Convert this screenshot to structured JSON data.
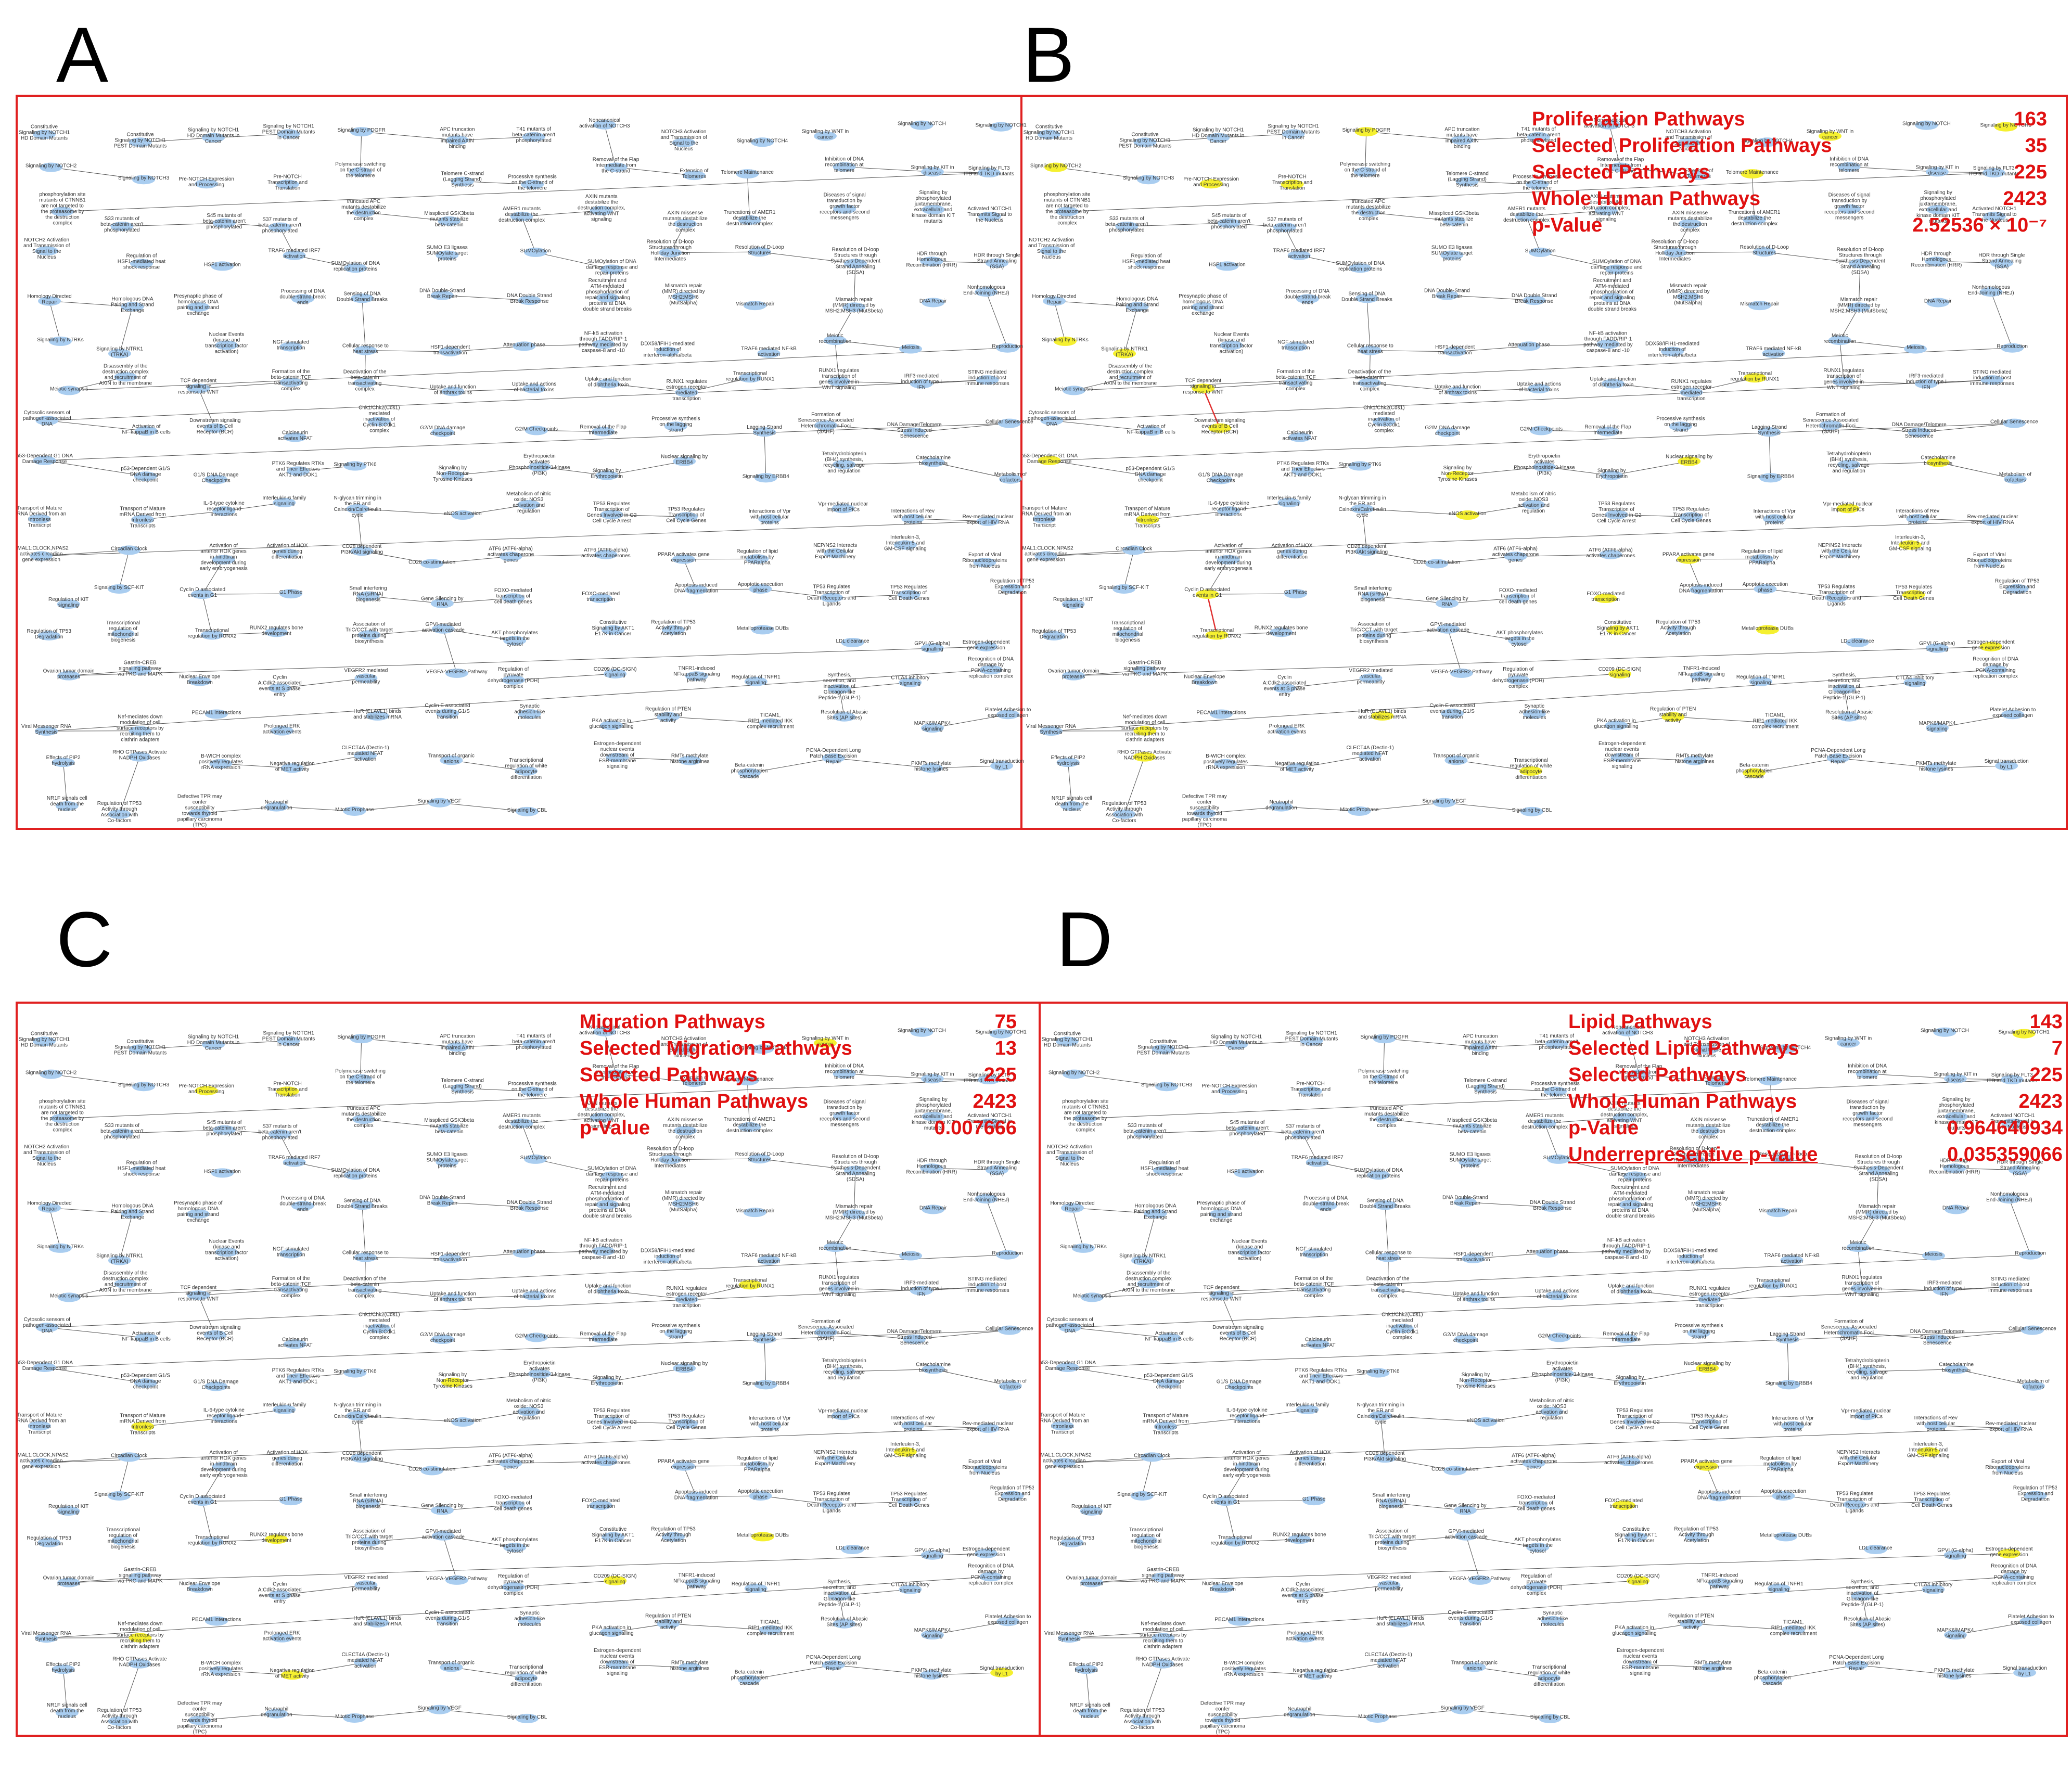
{
  "panels": [
    {
      "letter": "A",
      "stats": []
    },
    {
      "letter": "B",
      "stats": [
        {
          "label": "Proliferation Pathways",
          "value": "163"
        },
        {
          "label": "Selected Proliferation Pathways",
          "value": "35"
        },
        {
          "label": "Selected Pathways",
          "value": "225"
        },
        {
          "label": "Whole Human Pathways",
          "value": "2423"
        },
        {
          "label": "p-Value",
          "value": "2.52536 × 10⁻⁷"
        }
      ]
    },
    {
      "letter": "C",
      "stats": [
        {
          "label": "Migration Pathways",
          "value": "75"
        },
        {
          "label": "Selected Migration Pathways",
          "value": "13"
        },
        {
          "label": "Selected Pathways",
          "value": "225"
        },
        {
          "label": "Whole Human Pathways",
          "value": "2423"
        },
        {
          "label": "p-Value",
          "value": "0.007666"
        }
      ]
    },
    {
      "letter": "D",
      "stats": [
        {
          "label": "Lipid Pathways",
          "value": "143"
        },
        {
          "label": "Selected Lipid Pathways",
          "value": "7"
        },
        {
          "label": "Selected Pathways",
          "value": "225"
        },
        {
          "label": "Whole Human Pathways",
          "value": "2423"
        },
        {
          "label": "p-Value",
          "value": "0.964640934"
        },
        {
          "label": "Underrepresentive p-value",
          "value": "0.035359066"
        }
      ]
    }
  ],
  "network": {
    "node_labels": [
      "Constitutive Signaling by NOTCH1 HD Domain Mutants",
      "Constitutive Signaling by NOTCH1 PEST Domain Mutants",
      "Signaling by NOTCH1 HD Domain Mutants in Cancer",
      "Signaling by NOTCH1 PEST Domain Mutants in Cancer",
      "Signaling by PDGFR",
      "APC truncation mutants have impaired AXIN binding",
      "T41 mutants of beta-catenin aren't phosphorylated",
      "Noncanonical activation of NOTCH3",
      "NOTCH3 Activation and Transmission of Signal to the Nucleus",
      "Signaling by NOTCH4",
      "Signaling by WNT in cancer",
      "Signaling by NOTCH",
      "Signaling by NOTCH1",
      "Signaling by NOTCH2",
      "Signaling by NOTCH3",
      "Pre-NOTCH Expression and Processing",
      "Pre-NOTCH Transcription and Translation",
      "Polymerase switching on the C-strand of the telomere",
      "Telomere C-strand (Lagging Strand) Synthesis",
      "Processive synthesis on the C-strand of the telomere",
      "Removal of the Flap Intermediate from the C-strand",
      "Extension of Telomeres",
      "Telomere Maintenance",
      "Inhibition of DNA recombination at telomere",
      "Signaling by KIT in disease",
      "Signaling by FLT3 ITD and TKD mutants",
      "phosphorylation site mutants of CTNNB1 are not targeted to the proteasome by the destruction complex",
      "S33 mutants of beta-catenin aren't phosphorylated",
      "S45 mutants of beta-catenin aren't phosphorylated",
      "S37 mutants of beta-catenin aren't phosphorylated",
      "truncated APC mutants destabilize the destruction complex",
      "Misspliced GSK3beta mutants stabilize beta-catenin",
      "AMER1 mutants destabilize the destruction complex",
      "AXIN mutants destabilize the destruction complex, activating WNT signaling",
      "AXIN missense mutants destabilize the destruction complex",
      "Truncations of AMER1 destabilize the destruction complex",
      "Diseases of signal transduction by growth factor receptors and second messengers",
      "Signaling by phosphorylated juxtamembrane, extracellular and kinase domain KIT mutants",
      "Activated NOTCH1 Transmits Signal to the Nucleus",
      "NOTCH2 Activation and Transmission of Signal to the Nucleus",
      "Regulation of HSF1-mediated heat shock response",
      "HSF1 activation",
      "TRAF6 mediated IRF7 activation",
      "SUMOylation of DNA replication proteins",
      "SUMO E3 ligases SUMOylate target proteins",
      "SUMOylation",
      "SUMOylation of DNA damage response and repair proteins",
      "Resolution of D-loop Structures through Holliday Junction Intermediates",
      "Resolution of D-Loop Structures",
      "Resolution of D-loop Structures through Synthesis-Dependent Strand Annealing (SDSA)",
      "HDR through Homologous Recombination (HRR)",
      "HDR through Single Strand Annealing (SSA)",
      "Homology Directed Repair",
      "Homologous DNA Pairing and Strand Exchange",
      "Presynaptic phase of homologous DNA pairing and strand exchange",
      "Processing of DNA double-strand break ends",
      "Sensing of DNA Double Strand Breaks",
      "DNA Double-Strand Break Repair",
      "DNA Double Strand Break Response",
      "Recruitment and ATM-mediated phosphorylation of repair and signaling proteins at DNA double strand breaks",
      "Mismatch repair (MMR) directed by MSH2:MSH6 (MutSalpha)",
      "Mismatch Repair",
      "Mismatch repair (MMR) directed by MSH2:MSH3 (MutSbeta)",
      "DNA Repair",
      "Nonhomologous End-Joining (NHEJ)",
      "Signaling by NTRKs",
      "Signaling by NTRK1 (TRKA)",
      "Nuclear Events (kinase and transcription factor activation)",
      "NGF-stimulated transcription",
      "Cellular response to heat stress",
      "HSF1-dependent transactivation",
      "Attenuation phase",
      "NF-kB activation through FADD/RIP-1 pathway mediated by caspase-8 and -10",
      "DDX58/IFIH1-mediated induction of interferon-alpha/beta",
      "TRAF6 mediated NF-kB activation",
      "Meiotic recombination",
      "Meiosis",
      "Reproduction",
      "Meiotic synapsis",
      "Disassembly of the destruction complex and recruitment of AXIN to the membrane",
      "TCF dependent signaling in response to WNT",
      "Formation of the beta-catenin:TCF transactivating complex",
      "Deactivation of the beta-catenin transactivating complex",
      "Uptake and function of anthrax toxins",
      "Uptake and actions of bacterial toxins",
      "Uptake and function of diphtheria toxin",
      "RUNX1 regulates estrogen receptor mediated transcription",
      "Transcriptional regulation by RUNX1",
      "RUNX1 regulates transcription of genes involved in WNT signaling",
      "IRF3-mediated induction of type I IFN",
      "STING mediated induction of host immune responses",
      "Cytosolic sensors of pathogen-associated DNA",
      "Activation of NF-kappaB in B cells",
      "Downstream signaling events of B Cell Receptor (BCR)",
      "Calcineurin activates NFAT",
      "Chk1/Chk2(Cds1) mediated inactivation of Cyclin B:Cdk1 complex",
      "G2/M DNA damage checkpoint",
      "G2/M Checkpoints",
      "Removal of the Flap Intermediate",
      "Processive synthesis on the lagging strand",
      "Lagging Strand Synthesis",
      "Formation of Senescence-Associated Heterochromatin Foci (SAHF)",
      "DNA Damage/Telomere Stress Induced Senescence",
      "Cellular Senescence",
      "p53-Dependent G1 DNA Damage Response",
      "p53-Dependent G1/S DNA damage checkpoint",
      "G1/S DNA Damage Checkpoints",
      "PTK6 Regulates RTKs and Their Effectors AKT1 and DOK1",
      "Signaling by PTK6",
      "Signaling by Non-Receptor Tyrosine Kinases",
      "Erythropoietin activates Phosphoinositide-3-kinase (PI3K)",
      "Signaling by Erythropoietin",
      "Nuclear signaling by ERBB4",
      "Signaling by ERBB4",
      "Tetrahydrobiopterin (BH4) synthesis, recycling, salvage and regulation",
      "Catecholamine biosynthesis",
      "Metabolism of cofactors",
      "Transport of Mature mRNA Derived from an Intronless Transcript",
      "Transport of Mature mRNA Derived from Intronless Transcripts",
      "IL-6-type cytokine receptor ligand interactions",
      "Interleukin-6 family signaling",
      "N-glycan trimming in the ER and Calnexin/Calreticulin cycle",
      "eNOS activation",
      "Metabolism of nitric oxide: NOS3 activation and regulation",
      "TP53 Regulates Transcription of Genes Involved in G2 Cell Cycle Arrest",
      "TP53 Regulates Transcription of Cell Cycle Genes",
      "Interactions of Vpr with host cellular proteins",
      "Vpr-mediated nuclear import of PICs",
      "Interactions of Rev with host cellular proteins",
      "Rev-mediated nuclear export of HIV RNA",
      "BMAL1:CLOCK,NPAS2 activates circadian gene expression",
      "Circadian Clock",
      "Activation of anterior HOX genes in hindbrain development during early embryogenesis",
      "Activation of HOX genes during differentiation",
      "CD28 dependent PI3K/Akt signaling",
      "CD28 co-stimulation",
      "ATF6 (ATF6-alpha) activates chaperone genes",
      "ATF6 (ATF6-alpha) activates chaperones",
      "PPARA activates gene expression",
      "Regulation of lipid metabolism by PPARalpha",
      "NEP/NS2 Interacts with the Cellular Export Machinery",
      "Interleukin-3, Interleukin-5 and GM-CSF signaling",
      "Export of Viral Ribonucleoproteins from Nucleus",
      "Regulation of KIT signaling",
      "Signaling by SCF-KIT",
      "Cyclin D associated events in G1",
      "G1 Phase",
      "Small interfering RNA (siRNA) biogenesis",
      "Gene Silencing by RNA",
      "FOXO-mediated transcription of cell death genes",
      "FOXO-mediated transcription",
      "Apoptosis induced DNA fragmentation",
      "Apoptotic execution phase",
      "TP53 Regulates Transcription of Death Receptors and Ligands",
      "TP53 Regulates Transcription of Cell Death Genes",
      "Regulation of TP53 Expression and Degradation",
      "Regulation of TP53 Degradation",
      "Transcriptional regulation of mitochondrial biogenesis",
      "Transcriptional regulation by RUNX2",
      "RUNX2 regulates bone development",
      "Association of TriC/CCT with target proteins during biosynthesis",
      "GPVI-mediated activation cascade",
      "AKT phosphorylates targets in the cytosol",
      "Constitutive Signaling by AKT1 E17K in Cancer",
      "Regulation of TP53 Activity through Acetylation",
      "Metalloprotease DUBs",
      "LDL clearance",
      "GPVI (G-alpha) signalling",
      "Estrogen-dependent gene expression",
      "Ovarian tumor domain proteases",
      "Gastrin-CREB signalling pathway via PKC and MAPK",
      "Nuclear Envelope Breakdown",
      "Cyclin A:Cdk2-associated events at S phase entry",
      "VEGFR2 mediated vascular permeability",
      "VEGFA-VEGFR2 Pathway",
      "Regulation of pyruvate dehydrogenase (PDH) complex",
      "CD209 (DC-SIGN) signaling",
      "TNFR1-induced NFkappaB signaling pathway",
      "Regulation of TNFR1 signaling",
      "Synthesis, secretion, and inactivation of Glucagon-like Peptide-1 (GLP-1)",
      "CTLA4 inhibitory signaling",
      "Recognition of DNA damage by PCNA-containing replication complex",
      "Viral Messenger RNA Synthesis",
      "Nef-mediates down modulation of cell surface receptors by recruiting them to clathrin adapters",
      "PECAM1 interactions",
      "Prolonged ERK activation events",
      "HuR (ELAVL1) binds and stabilizes mRNA",
      "Cyclin E associated events during G1/S transition",
      "Synaptic adhesion-like molecules",
      "PKA activation in glucagon signalling",
      "Regulation of PTEN stability and activity",
      "TICAM1, RIP1-mediated IKK complex recruitment",
      "Resolution of Abasic Sites (AP sites)",
      "MAPK6/MAPK4 signaling",
      "Platelet Adhesion to exposed collagen",
      "Effects of PIP2 hydrolysis",
      "RHO GTPases Activate NADPH Oxidases",
      "B-WICH complex positively regulates rRNA expression",
      "Negative regulation of MET activity",
      "CLECT4A (Dectin-1) mediated NFAT activation",
      "Transport of organic anions",
      "Transcriptional regulation of white adipocyte differentiation",
      "Estrogen-dependent nuclear events downstream of ESR-membrane signaling",
      "RMTs methylate histone arginines",
      "Beta-catenin phosphorylation cascade",
      "PCNA-Dependent Long Patch Base Excision Repair",
      "PKMTs methylate histone lysines",
      "Signal transduction by L1",
      "NR1F signals cell death from the nucleus",
      "Regulation of TP53 Activity through Association with Co-factors",
      "Defective TPR may confer susceptibility towards thyroid papillary carcinoma (TPC)",
      "Neutrophil degranulation",
      "Mitotic Prophase",
      "Signaling by VEGF",
      "Signaling by CBL"
    ]
  },
  "colors": {
    "frame": "#e02020",
    "stats_text": "#e01010",
    "node_default": "#a9cdf0",
    "node_highlight": "#f5f030",
    "edge_default": "#555555",
    "edge_highlight": "#e03030",
    "node_text": "#333333"
  }
}
